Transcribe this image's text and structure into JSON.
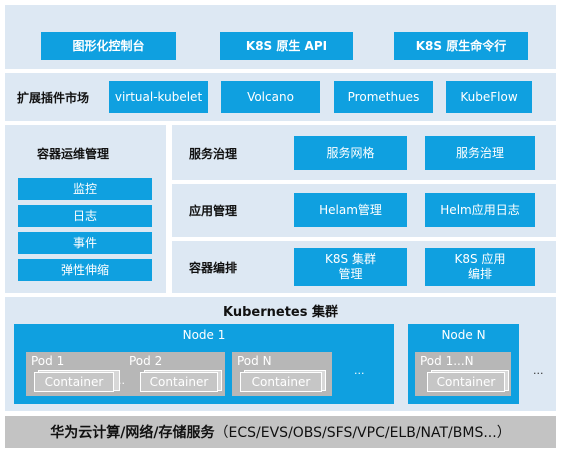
{
  "top_bar": {
    "items": [
      "图形化控制台",
      "K8S 原生 API",
      "K8S 原生命令行"
    ]
  },
  "plugins": {
    "label": "扩展插件市场",
    "items": [
      "virtual-kubelet",
      "Volcano",
      "Promethues",
      "KubeFlow"
    ]
  },
  "ops": {
    "title": "容器运维管理",
    "items": [
      "监控",
      "日志",
      "事件",
      "弹性伸缩"
    ]
  },
  "services": {
    "rows": [
      {
        "label": "服务治理",
        "items": [
          "服务网格",
          "服务治理"
        ]
      },
      {
        "label": "应用管理",
        "items": [
          "Helam管理",
          "Helm应用日志"
        ]
      },
      {
        "label": "容器编排",
        "items": [
          "K8S 集群\n管理",
          "K8S 应用\n编排"
        ]
      }
    ]
  },
  "cluster": {
    "title": "Kubernetes 集群",
    "node1": {
      "title": "Node 1",
      "pods": [
        "Pod 1",
        "Pod 2",
        "Pod N"
      ],
      "container_label": "Container",
      "ellipsis": "...",
      "ellipsis_after": "..."
    },
    "nodeN": {
      "title": "Node N",
      "pod": "Pod 1...N",
      "container_label": "Container"
    },
    "outer_ellipsis": "..."
  },
  "infra": {
    "bold_text": "华为云计算/网络/存储服务",
    "detail": "（ECS/EVS/OBS/SFS/VPC/ELB/NAT/BMS...）"
  }
}
